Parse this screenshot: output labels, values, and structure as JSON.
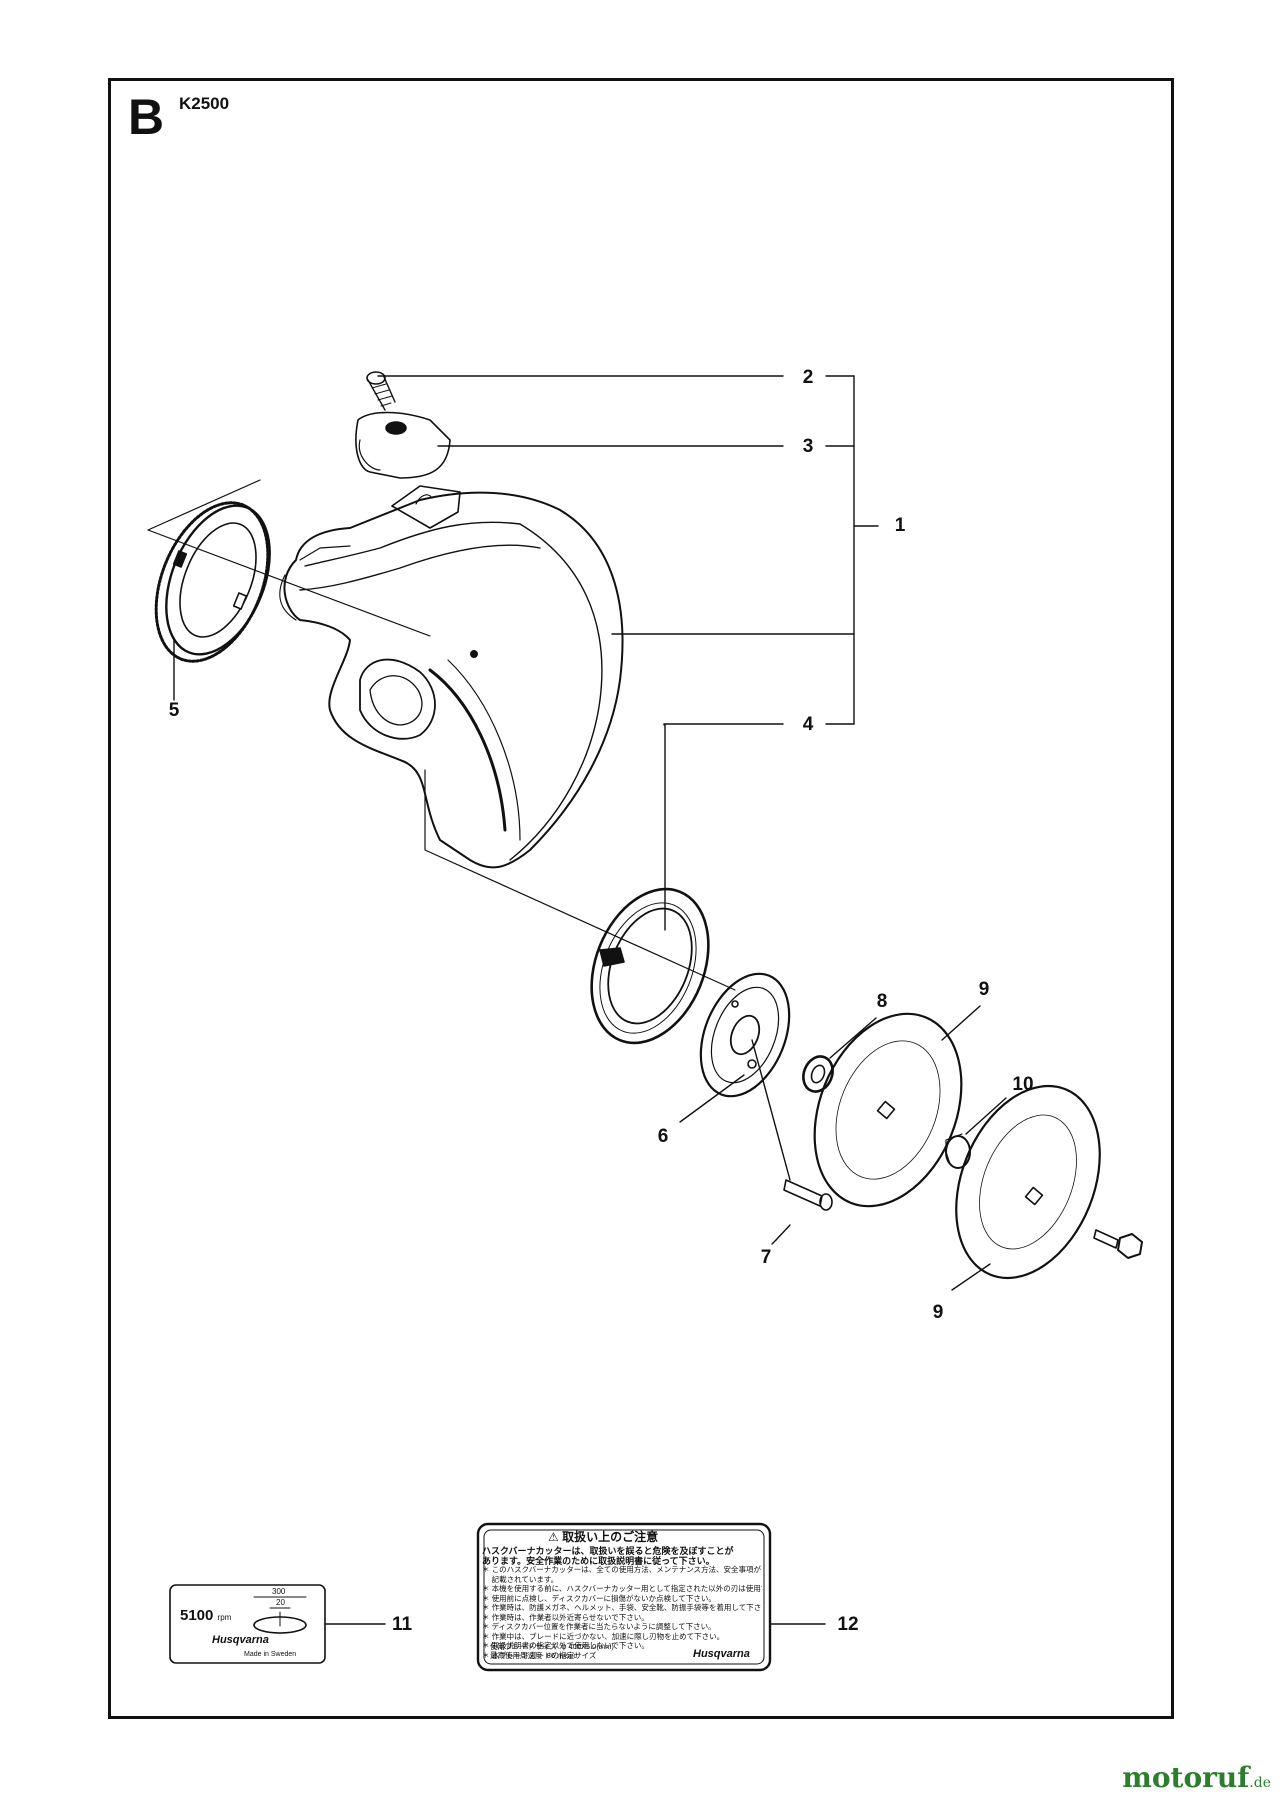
{
  "page": {
    "section_letter": "B",
    "model": "K2500",
    "watermark": "motoruf",
    "watermark_suffix": ".de"
  },
  "callouts": {
    "c1": "1",
    "c2": "2",
    "c3": "3",
    "c4": "4",
    "c5": "5",
    "c6": "6",
    "c7": "7",
    "c8": "8",
    "c9a": "9",
    "c9b": "9",
    "c10": "10",
    "c11": "11",
    "c12": "12"
  },
  "plate11": {
    "rpm": "5100",
    "rpm_unit": "rpm",
    "dim_outer": "300",
    "dim_inner": "20",
    "brand": "Husqvarna",
    "made_in": "Made in Sweden"
  },
  "decal12": {
    "title": "⚠ 取扱い上のご注意",
    "lines": [
      "ハスクバーナカッターは、取扱いを誤ると危険を及ぼすことが",
      "あります。安全作業のために取扱説明書に従って下さい。",
      "＊ このハスクバーナカッターは、全ての使用方法、メンテナンス方法、安全事項が",
      "　 記載されています。",
      "＊ 本機を使用する前に、ハスクバーナカッター用として指定された以外の刃は使用できません。",
      "＊ 使用前に点検し、ディスクカバーに損傷がないか点検して下さい。",
      "＊ 作業時は、防護メガネ、ヘルメット、手袋、安全靴、防振手袋等を着用して下さい。",
      "＊ 作業時は、作業者以外近寄らせないで下さい。",
      "＊ ディスクカバー位置を作業者に当たらないように調整して下さい。",
      "＊ 作業中は、ブレードに近づかない、加速に際し刃物を止めて下さい。",
      "＊ 取扱説明書の指定以外で使用しないで下さい。",
      "＊ 本ブレードガードの指定サイズ"
    ],
    "spec_label1": "使用ブレードサイズ",
    "spec_value1": "φ 400X5.0(mm)",
    "spec_label2": "最高使用周速度",
    "spec_value2": "86 m/sec",
    "brand": "Husqvarna"
  }
}
